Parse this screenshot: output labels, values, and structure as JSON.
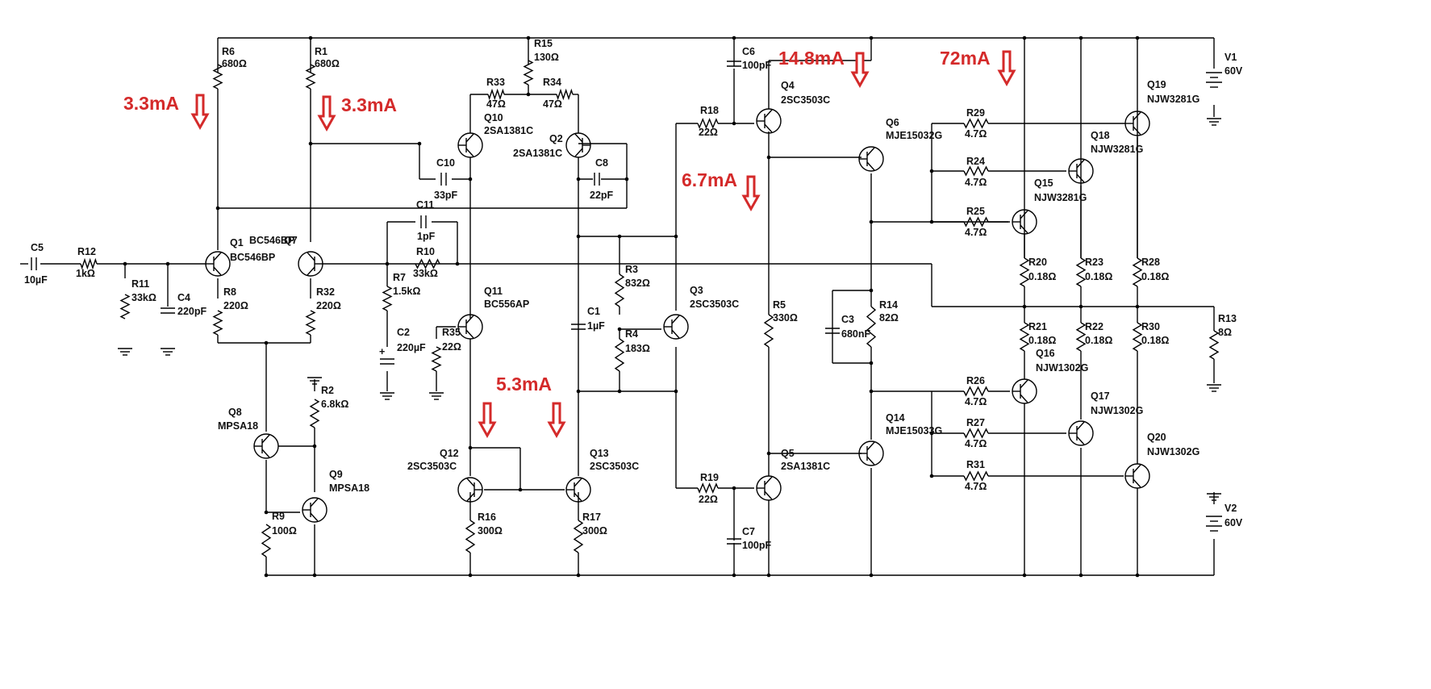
{
  "components": [
    {
      "id": "R6",
      "ref": "R6",
      "value": "680Ω"
    },
    {
      "id": "R1",
      "ref": "R1",
      "value": "680Ω"
    },
    {
      "id": "R15",
      "ref": "R15",
      "value": "130Ω"
    },
    {
      "id": "R33",
      "ref": "R33",
      "value": "47Ω"
    },
    {
      "id": "R34",
      "ref": "R34",
      "value": "47Ω"
    },
    {
      "id": "Q10",
      "ref": "Q10",
      "value": "2SA1381C"
    },
    {
      "id": "Q2",
      "ref": "Q2",
      "value": "2SA1381C"
    },
    {
      "id": "C10",
      "ref": "C10",
      "value": "33pF"
    },
    {
      "id": "C8",
      "ref": "C8",
      "value": "22pF"
    },
    {
      "id": "C11",
      "ref": "C11",
      "value": "1pF"
    },
    {
      "id": "C5",
      "ref": "C5",
      "value": "10µF"
    },
    {
      "id": "R12",
      "ref": "R12",
      "value": "1kΩ"
    },
    {
      "id": "R11",
      "ref": "R11",
      "value": "33kΩ"
    },
    {
      "id": "C4",
      "ref": "C4",
      "value": "220pF"
    },
    {
      "id": "Q1",
      "ref": "Q1",
      "value": "BC546BP"
    },
    {
      "id": "Q7",
      "ref": "Q7",
      "value": "BC546BP"
    },
    {
      "id": "R8",
      "ref": "R8",
      "value": "220Ω"
    },
    {
      "id": "R32",
      "ref": "R32",
      "value": "220Ω"
    },
    {
      "id": "R10",
      "ref": "R10",
      "value": "33kΩ"
    },
    {
      "id": "R7",
      "ref": "R7",
      "value": "1.5kΩ"
    },
    {
      "id": "C2",
      "ref": "C2",
      "value": "220µF"
    },
    {
      "id": "R35",
      "ref": "R35",
      "value": "22Ω"
    },
    {
      "id": "Q11",
      "ref": "Q11",
      "value": "BC556AP"
    },
    {
      "id": "C1",
      "ref": "C1",
      "value": "1µF"
    },
    {
      "id": "R3",
      "ref": "R3",
      "value": "832Ω"
    },
    {
      "id": "R4",
      "ref": "R4",
      "value": "183Ω"
    },
    {
      "id": "Q3",
      "ref": "Q3",
      "value": "2SC3503C"
    },
    {
      "id": "Q8",
      "ref": "Q8",
      "value": "MPSA18"
    },
    {
      "id": "Q9",
      "ref": "Q9",
      "value": "MPSA18"
    },
    {
      "id": "R2",
      "ref": "R2",
      "value": "6.8kΩ"
    },
    {
      "id": "R9",
      "ref": "R9",
      "value": "100Ω"
    },
    {
      "id": "Q12",
      "ref": "Q12",
      "value": "2SC3503C"
    },
    {
      "id": "Q13",
      "ref": "Q13",
      "value": "2SC3503C"
    },
    {
      "id": "R16",
      "ref": "R16",
      "value": "300Ω"
    },
    {
      "id": "R17",
      "ref": "R17",
      "value": "300Ω"
    },
    {
      "id": "C6",
      "ref": "C6",
      "value": "100pF"
    },
    {
      "id": "Q4",
      "ref": "Q4",
      "value": "2SC3503C"
    },
    {
      "id": "R18",
      "ref": "R18",
      "value": "22Ω"
    },
    {
      "id": "R5",
      "ref": "R5",
      "value": "330Ω"
    },
    {
      "id": "R19",
      "ref": "R19",
      "value": "22Ω"
    },
    {
      "id": "Q5",
      "ref": "Q5",
      "value": "2SA1381C"
    },
    {
      "id": "C7",
      "ref": "C7",
      "value": "100pF"
    },
    {
      "id": "Q6",
      "ref": "Q6",
      "value": "MJE15032G"
    },
    {
      "id": "Q14",
      "ref": "Q14",
      "value": "MJE15033G"
    },
    {
      "id": "C3",
      "ref": "C3",
      "value": "680nF"
    },
    {
      "id": "R14",
      "ref": "R14",
      "value": "82Ω"
    },
    {
      "id": "R29",
      "ref": "R29",
      "value": "4.7Ω"
    },
    {
      "id": "R24",
      "ref": "R24",
      "value": "4.7Ω"
    },
    {
      "id": "R25",
      "ref": "R25",
      "value": "4.7Ω"
    },
    {
      "id": "R26",
      "ref": "R26",
      "value": "4.7Ω"
    },
    {
      "id": "R27",
      "ref": "R27",
      "value": "4.7Ω"
    },
    {
      "id": "R31",
      "ref": "R31",
      "value": "4.7Ω"
    },
    {
      "id": "Q19",
      "ref": "Q19",
      "value": "NJW3281G"
    },
    {
      "id": "Q18",
      "ref": "Q18",
      "value": "NJW3281G"
    },
    {
      "id": "Q15",
      "ref": "Q15",
      "value": "NJW3281G"
    },
    {
      "id": "Q16",
      "ref": "Q16",
      "value": "NJW1302G"
    },
    {
      "id": "Q17",
      "ref": "Q17",
      "value": "NJW1302G"
    },
    {
      "id": "Q20",
      "ref": "Q20",
      "value": "NJW1302G"
    },
    {
      "id": "R20",
      "ref": "R20",
      "value": "0.18Ω"
    },
    {
      "id": "R23",
      "ref": "R23",
      "value": "0.18Ω"
    },
    {
      "id": "R28",
      "ref": "R28",
      "value": "0.18Ω"
    },
    {
      "id": "R21",
      "ref": "R21",
      "value": "0.18Ω"
    },
    {
      "id": "R22",
      "ref": "R22",
      "value": "0.18Ω"
    },
    {
      "id": "R30",
      "ref": "R30",
      "value": "0.18Ω"
    },
    {
      "id": "R13",
      "ref": "R13",
      "value": "8Ω"
    },
    {
      "id": "V1",
      "ref": "V1",
      "value": "60V"
    },
    {
      "id": "V2",
      "ref": "V2",
      "value": "60V"
    }
  ],
  "annotations": [
    {
      "id": "i1",
      "text": "3.3mA"
    },
    {
      "id": "i2",
      "text": "3.3mA"
    },
    {
      "id": "i3",
      "text": "14.8mA"
    },
    {
      "id": "i4",
      "text": "72mA"
    },
    {
      "id": "i5",
      "text": "6.7mA"
    },
    {
      "id": "i6",
      "text": "5.3mA"
    }
  ],
  "colors": {
    "annotation": "#d42a2a",
    "wire": "#000000",
    "background": "#ffffff"
  }
}
